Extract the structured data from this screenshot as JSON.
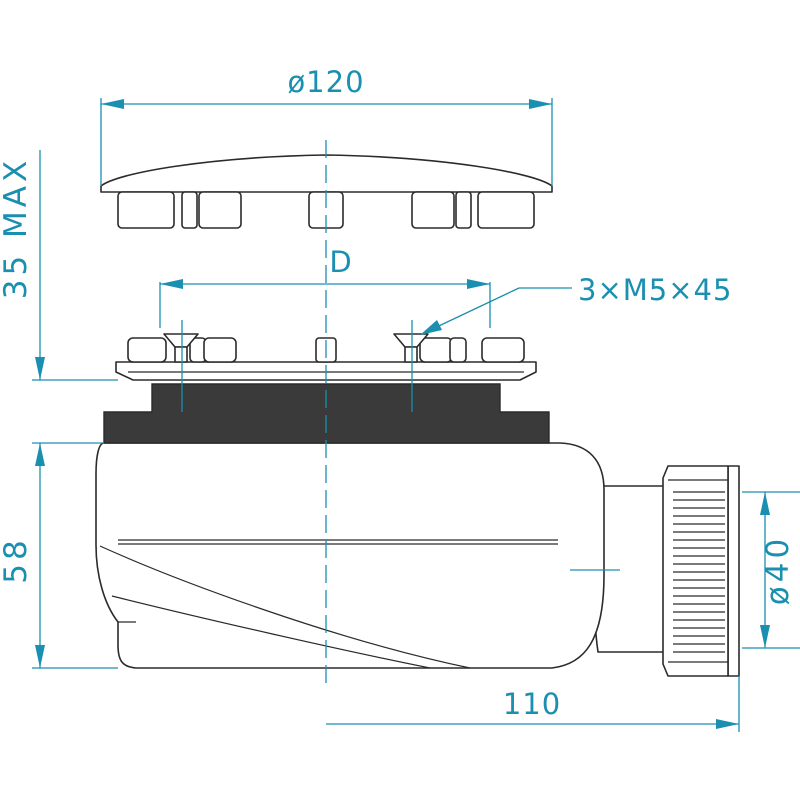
{
  "dimensions": {
    "cover_diameter": "ø120",
    "bolt_circle": "D",
    "screws": "3×M5×45",
    "height_top": "35 MAX",
    "height_body": "58",
    "outlet_length": "110",
    "outlet_diameter": "ø40"
  },
  "colors": {
    "dimension": "#1a8fb0",
    "outline": "#2b2b2b",
    "gasket": "#3a3a3a"
  }
}
